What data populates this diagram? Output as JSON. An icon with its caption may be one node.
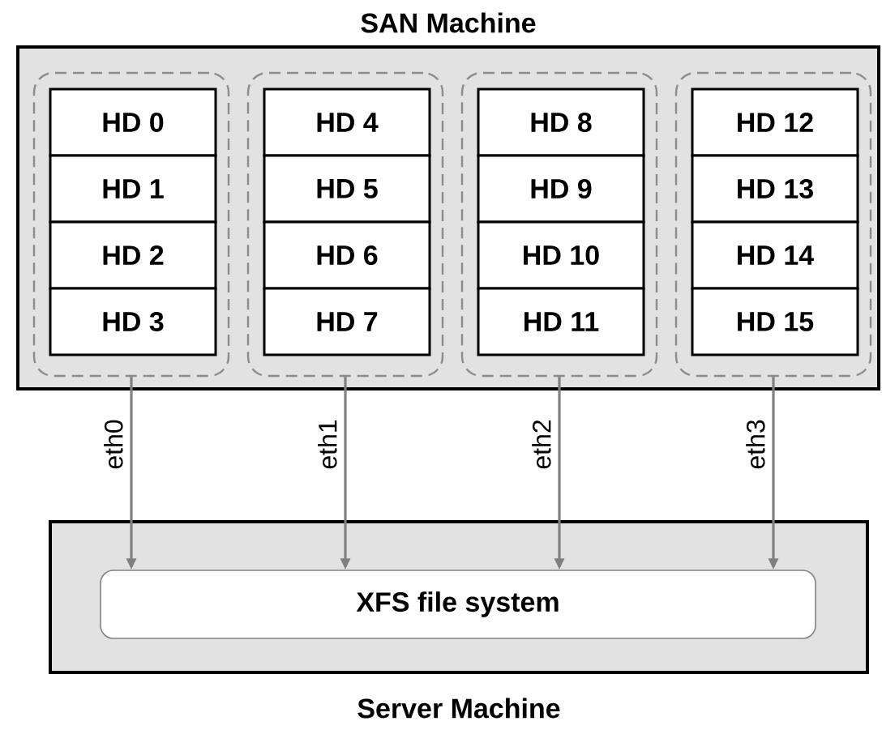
{
  "diagram": {
    "nodes": [
      {
        "text": [
          "SAN Machine"
        ]
      },
      {
        "text": [],
        "shape": "box",
        "in": 0
      },
      {
        "text": [
          "HD 0"
        ],
        "in": 1
      },
      {
        "text": [
          "HD 1"
        ],
        "in": 1
      },
      {
        "text": [
          "HD 2"
        ],
        "in": 1
      },
      {
        "text": [
          "HD 3"
        ],
        "in": 1
      },
      {
        "text": [],
        "shape": "box",
        "in": 0
      },
      {
        "text": [
          "HD 4"
        ],
        "in": 6
      },
      {
        "text": [
          "HD 5"
        ],
        "in": 6
      },
      {
        "text": [
          "HD 6"
        ],
        "in": 6
      },
      {
        "text": [
          "HD 7"
        ],
        "in": 6
      },
      {
        "text": [],
        "shape": "box",
        "in": 0
      },
      {
        "text": [
          "HD 8"
        ],
        "in": 11
      },
      {
        "text": [
          "HD 9"
        ],
        "in": 11
      },
      {
        "text": [
          "HD 10"
        ],
        "in": 11
      },
      {
        "text": [
          "HD 11"
        ],
        "in": 11
      },
      {
        "text": [],
        "shape": "box",
        "in": 0
      },
      {
        "text": [
          "HD 12"
        ],
        "in": 16
      },
      {
        "text": [
          "HD 13"
        ],
        "in": 16
      },
      {
        "text": [
          "HD 14"
        ],
        "in": 16
      },
      {
        "text": [
          "HD 15"
        ],
        "in": 16
      },
      {
        "text": [
          "Server Machine"
        ]
      },
      {
        "text": [
          "XFS file system"
        ],
        "in": 21
      }
    ],
    "edges": [
      {
        "from": 1,
        "to": 22,
        "arrow": "to",
        "label": "eth0"
      },
      {
        "from": 6,
        "to": 22,
        "arrow": "to",
        "label": "eth1"
      },
      {
        "from": 11,
        "to": 22,
        "arrow": "to",
        "label": "eth2"
      },
      {
        "from": 16,
        "to": 22,
        "arrow": "to",
        "label": "eth3"
      }
    ]
  }
}
